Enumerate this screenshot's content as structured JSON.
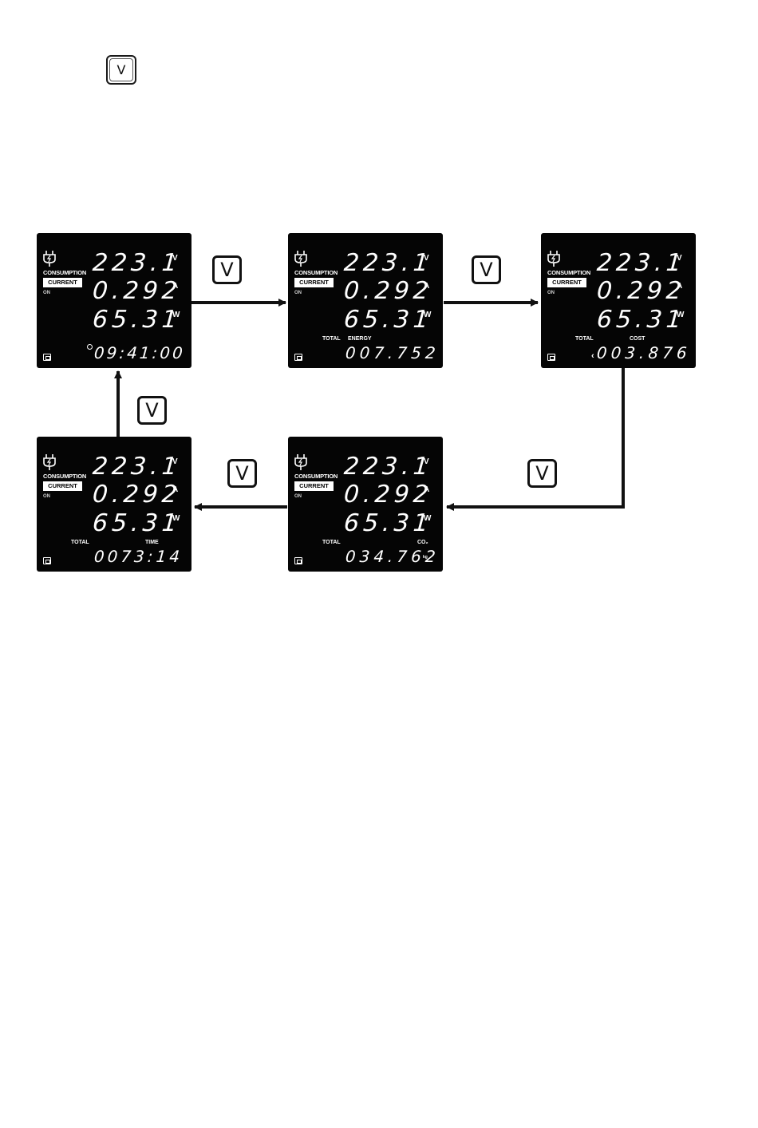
{
  "key_label": "V",
  "screens": [
    {
      "voltage": "223.1",
      "current": "0.292",
      "power": "65.31",
      "unit_v": "V",
      "unit_a": "A",
      "unit_w": "W",
      "label_total": "",
      "label_right": "",
      "bottom": "09:41:00",
      "bottom_unit": ""
    },
    {
      "voltage": "223.1",
      "current": "0.292",
      "power": "65.31",
      "unit_v": "V",
      "unit_a": "A",
      "unit_w": "W",
      "label_total": "TOTAL",
      "label_right": "ENERGY",
      "bottom": "007.752",
      "bottom_unit": ""
    },
    {
      "voltage": "223.1",
      "current": "0.292",
      "power": "65.31",
      "unit_v": "V",
      "unit_a": "A",
      "unit_w": "W",
      "label_total": "TOTAL",
      "label_right": "COST",
      "bottom": "003.876",
      "bottom_unit": ""
    },
    {
      "voltage": "223.1",
      "current": "0.292",
      "power": "65.31",
      "unit_v": "V",
      "unit_a": "A",
      "unit_w": "W",
      "label_total": "TOTAL",
      "label_right": "CO₂",
      "bottom": "034.762",
      "bottom_unit": "kg"
    },
    {
      "voltage": "223.1",
      "current": "0.292",
      "power": "65.31",
      "unit_v": "V",
      "unit_a": "A",
      "unit_w": "W",
      "label_total": "TOTAL",
      "label_right": "TIME",
      "bottom": "0073:14",
      "bottom_unit": ""
    }
  ],
  "common": {
    "consumption": "CONSUMPTION",
    "current_tag": "CURRENT",
    "on_tag": "ON"
  },
  "colors": {
    "lcd_background": "#050505",
    "lcd_text": "#ffffff",
    "arrow": "#111111"
  }
}
